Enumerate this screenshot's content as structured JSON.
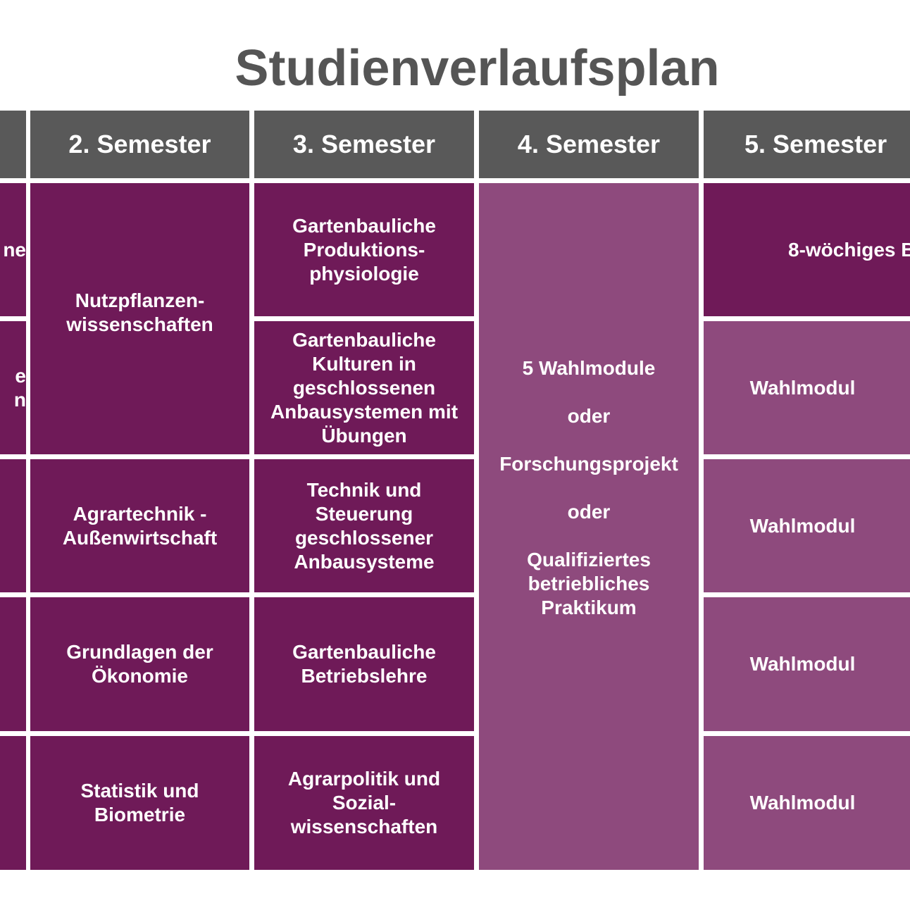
{
  "title": "Studienverlaufsplan",
  "headers": {
    "s2": "2. Semester",
    "s3": "3. Semester",
    "s4": "4. Semester",
    "s5": "5. Semester"
  },
  "col1": {
    "r1": "ne",
    "r2": "e\nn"
  },
  "col2": {
    "r12": "Nutzpflanzen-\nwissenschaften",
    "r3": "Agrartechnik -\nAußenwirtschaft",
    "r4": "Grundlagen der\nÖkonomie",
    "r5": "Statistik und\nBiometrie"
  },
  "col3": {
    "r1": "Gartenbauliche\nProduktions-\nphysiologie",
    "r2": "Gartenbauliche\nKulturen in\ngeschlossenen\nAnbausystemen mit\nÜbungen",
    "r3": "Technik und\nSteuerung\ngeschlossener\nAnbausysteme",
    "r4": "Gartenbauliche\nBetriebslehre",
    "r5": "Agrarpolitik und\nSozial-\nwissenschaften"
  },
  "col4": {
    "merged": "5 Wahlmodule\n\noder\n\nForschungsprojekt\n\noder\n\nQualifiziertes\nbetriebliches\nPraktikum"
  },
  "col5": {
    "r1": "8-wöchiges B",
    "r2": "Wahlmodul",
    "r3": "Wahlmodul",
    "r4": "Wahlmodul",
    "r5": "Wahlmodul"
  },
  "colors": {
    "header": "#595959",
    "compulsory": "#6f1a58",
    "elective": "#8e4a7d",
    "title": "#555555"
  }
}
